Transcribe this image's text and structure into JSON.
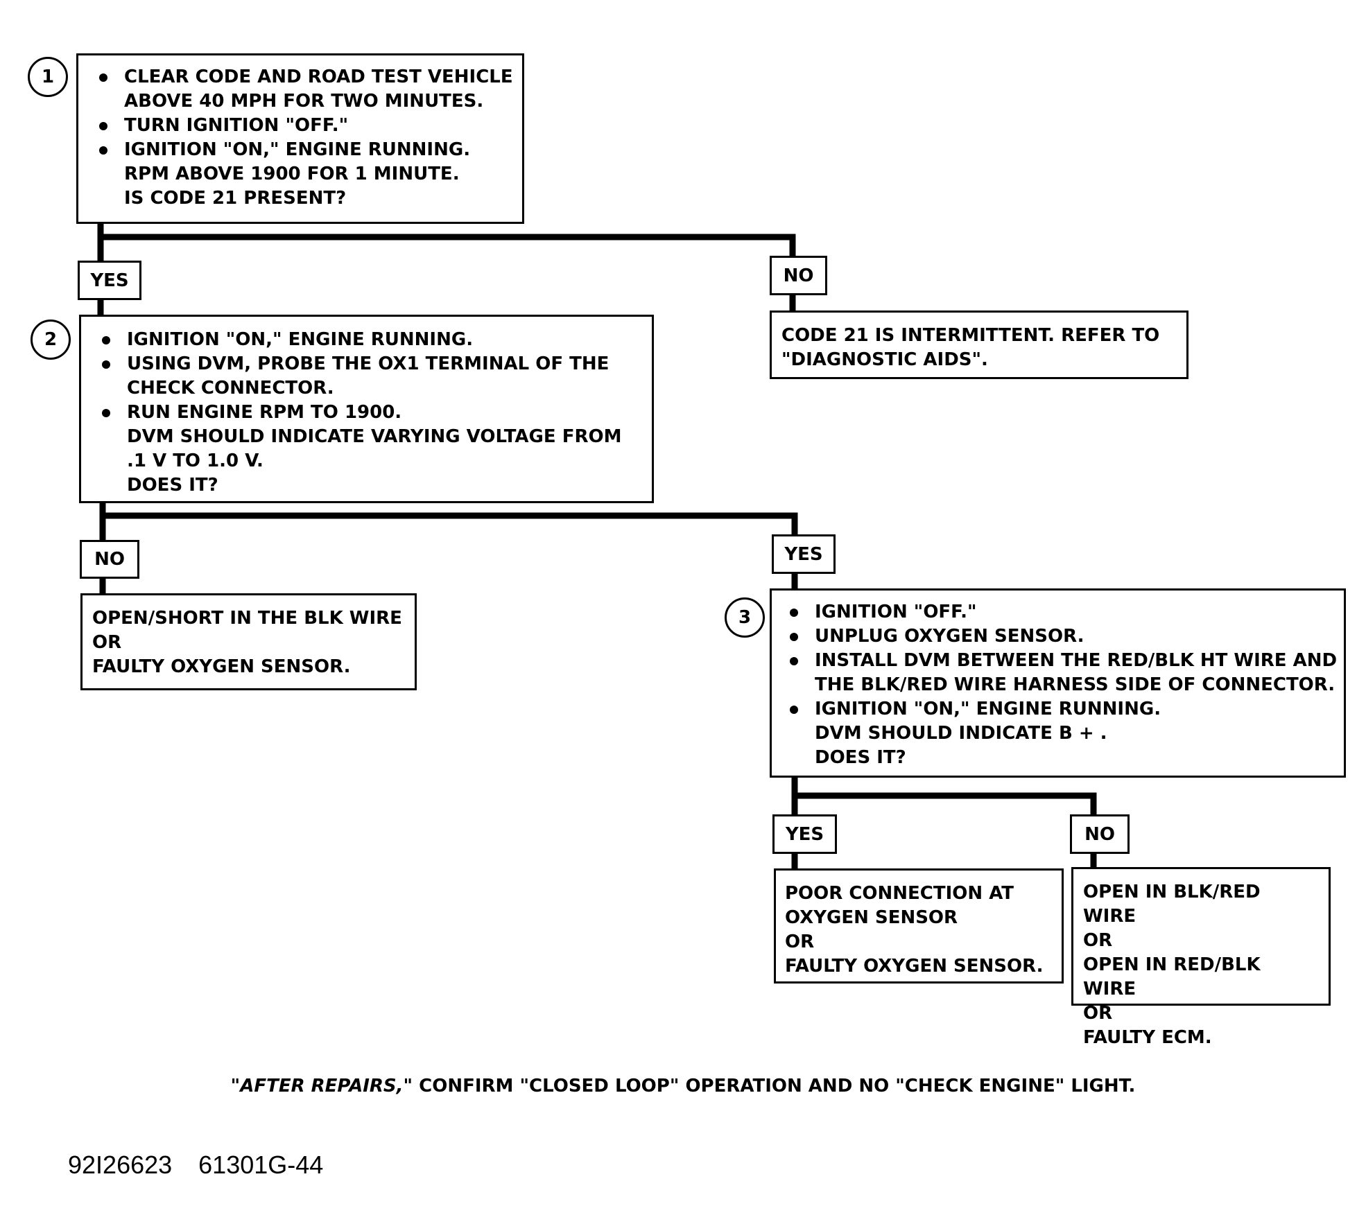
{
  "steps": [
    {
      "number": "1",
      "items": [
        [
          "CLEAR CODE AND ROAD TEST VEHICLE",
          "ABOVE 40 MPH FOR TWO MINUTES."
        ],
        [
          "TURN IGNITION \"OFF.\""
        ],
        [
          "IGNITION \"ON,\" ENGINE RUNNING.",
          "RPM ABOVE 1900 FOR 1 MINUTE.",
          "IS CODE 21 PRESENT?"
        ]
      ]
    },
    {
      "number": "2",
      "items": [
        [
          "IGNITION \"ON,\" ENGINE RUNNING."
        ],
        [
          "USING DVM, PROBE THE OX1 TERMINAL OF THE",
          "CHECK CONNECTOR."
        ],
        [
          "RUN ENGINE RPM TO 1900.",
          "DVM SHOULD INDICATE VARYING VOLTAGE FROM",
          ".1 V TO 1.0 V.",
          "DOES IT?"
        ]
      ]
    },
    {
      "number": "3",
      "items": [
        [
          "IGNITION \"OFF.\""
        ],
        [
          "UNPLUG OXYGEN SENSOR."
        ],
        [
          "INSTALL DVM BETWEEN THE RED/BLK HT WIRE AND",
          "THE BLK/RED WIRE HARNESS SIDE OF CONNECTOR."
        ],
        [
          "IGNITION \"ON,\" ENGINE RUNNING.",
          "DVM SHOULD INDICATE  B + .",
          "DOES IT?"
        ]
      ]
    }
  ],
  "branch_labels": {
    "s1_yes": "YES",
    "s1_no": "NO",
    "s2_no": "NO",
    "s2_yes": "YES",
    "s3_yes": "YES",
    "s3_no": "NO"
  },
  "results": {
    "intermittent": [
      "CODE 21 IS INTERMITTENT.  REFER TO",
      "\"DIAGNOSTIC AIDS\"."
    ],
    "open_short_blk": [
      "OPEN/SHORT IN THE BLK WIRE",
      "OR",
      "FAULTY OXYGEN SENSOR."
    ],
    "poor_connection": [
      "POOR CONNECTION AT",
      "OXYGEN SENSOR",
      "OR",
      "FAULTY OXYGEN SENSOR."
    ],
    "open_wires_ecm": [
      "OPEN IN BLK/RED WIRE",
      "OR",
      "OPEN IN RED/BLK WIRE",
      "OR",
      "FAULTY ECM."
    ]
  },
  "footer": {
    "emphasis": "\"AFTER REPAIRS,\"",
    "rest": " CONFIRM \"CLOSED LOOP\" OPERATION AND NO \"CHECK ENGINE\" LIGHT."
  },
  "figure_ids": [
    "92I26623",
    "61301G-44"
  ]
}
